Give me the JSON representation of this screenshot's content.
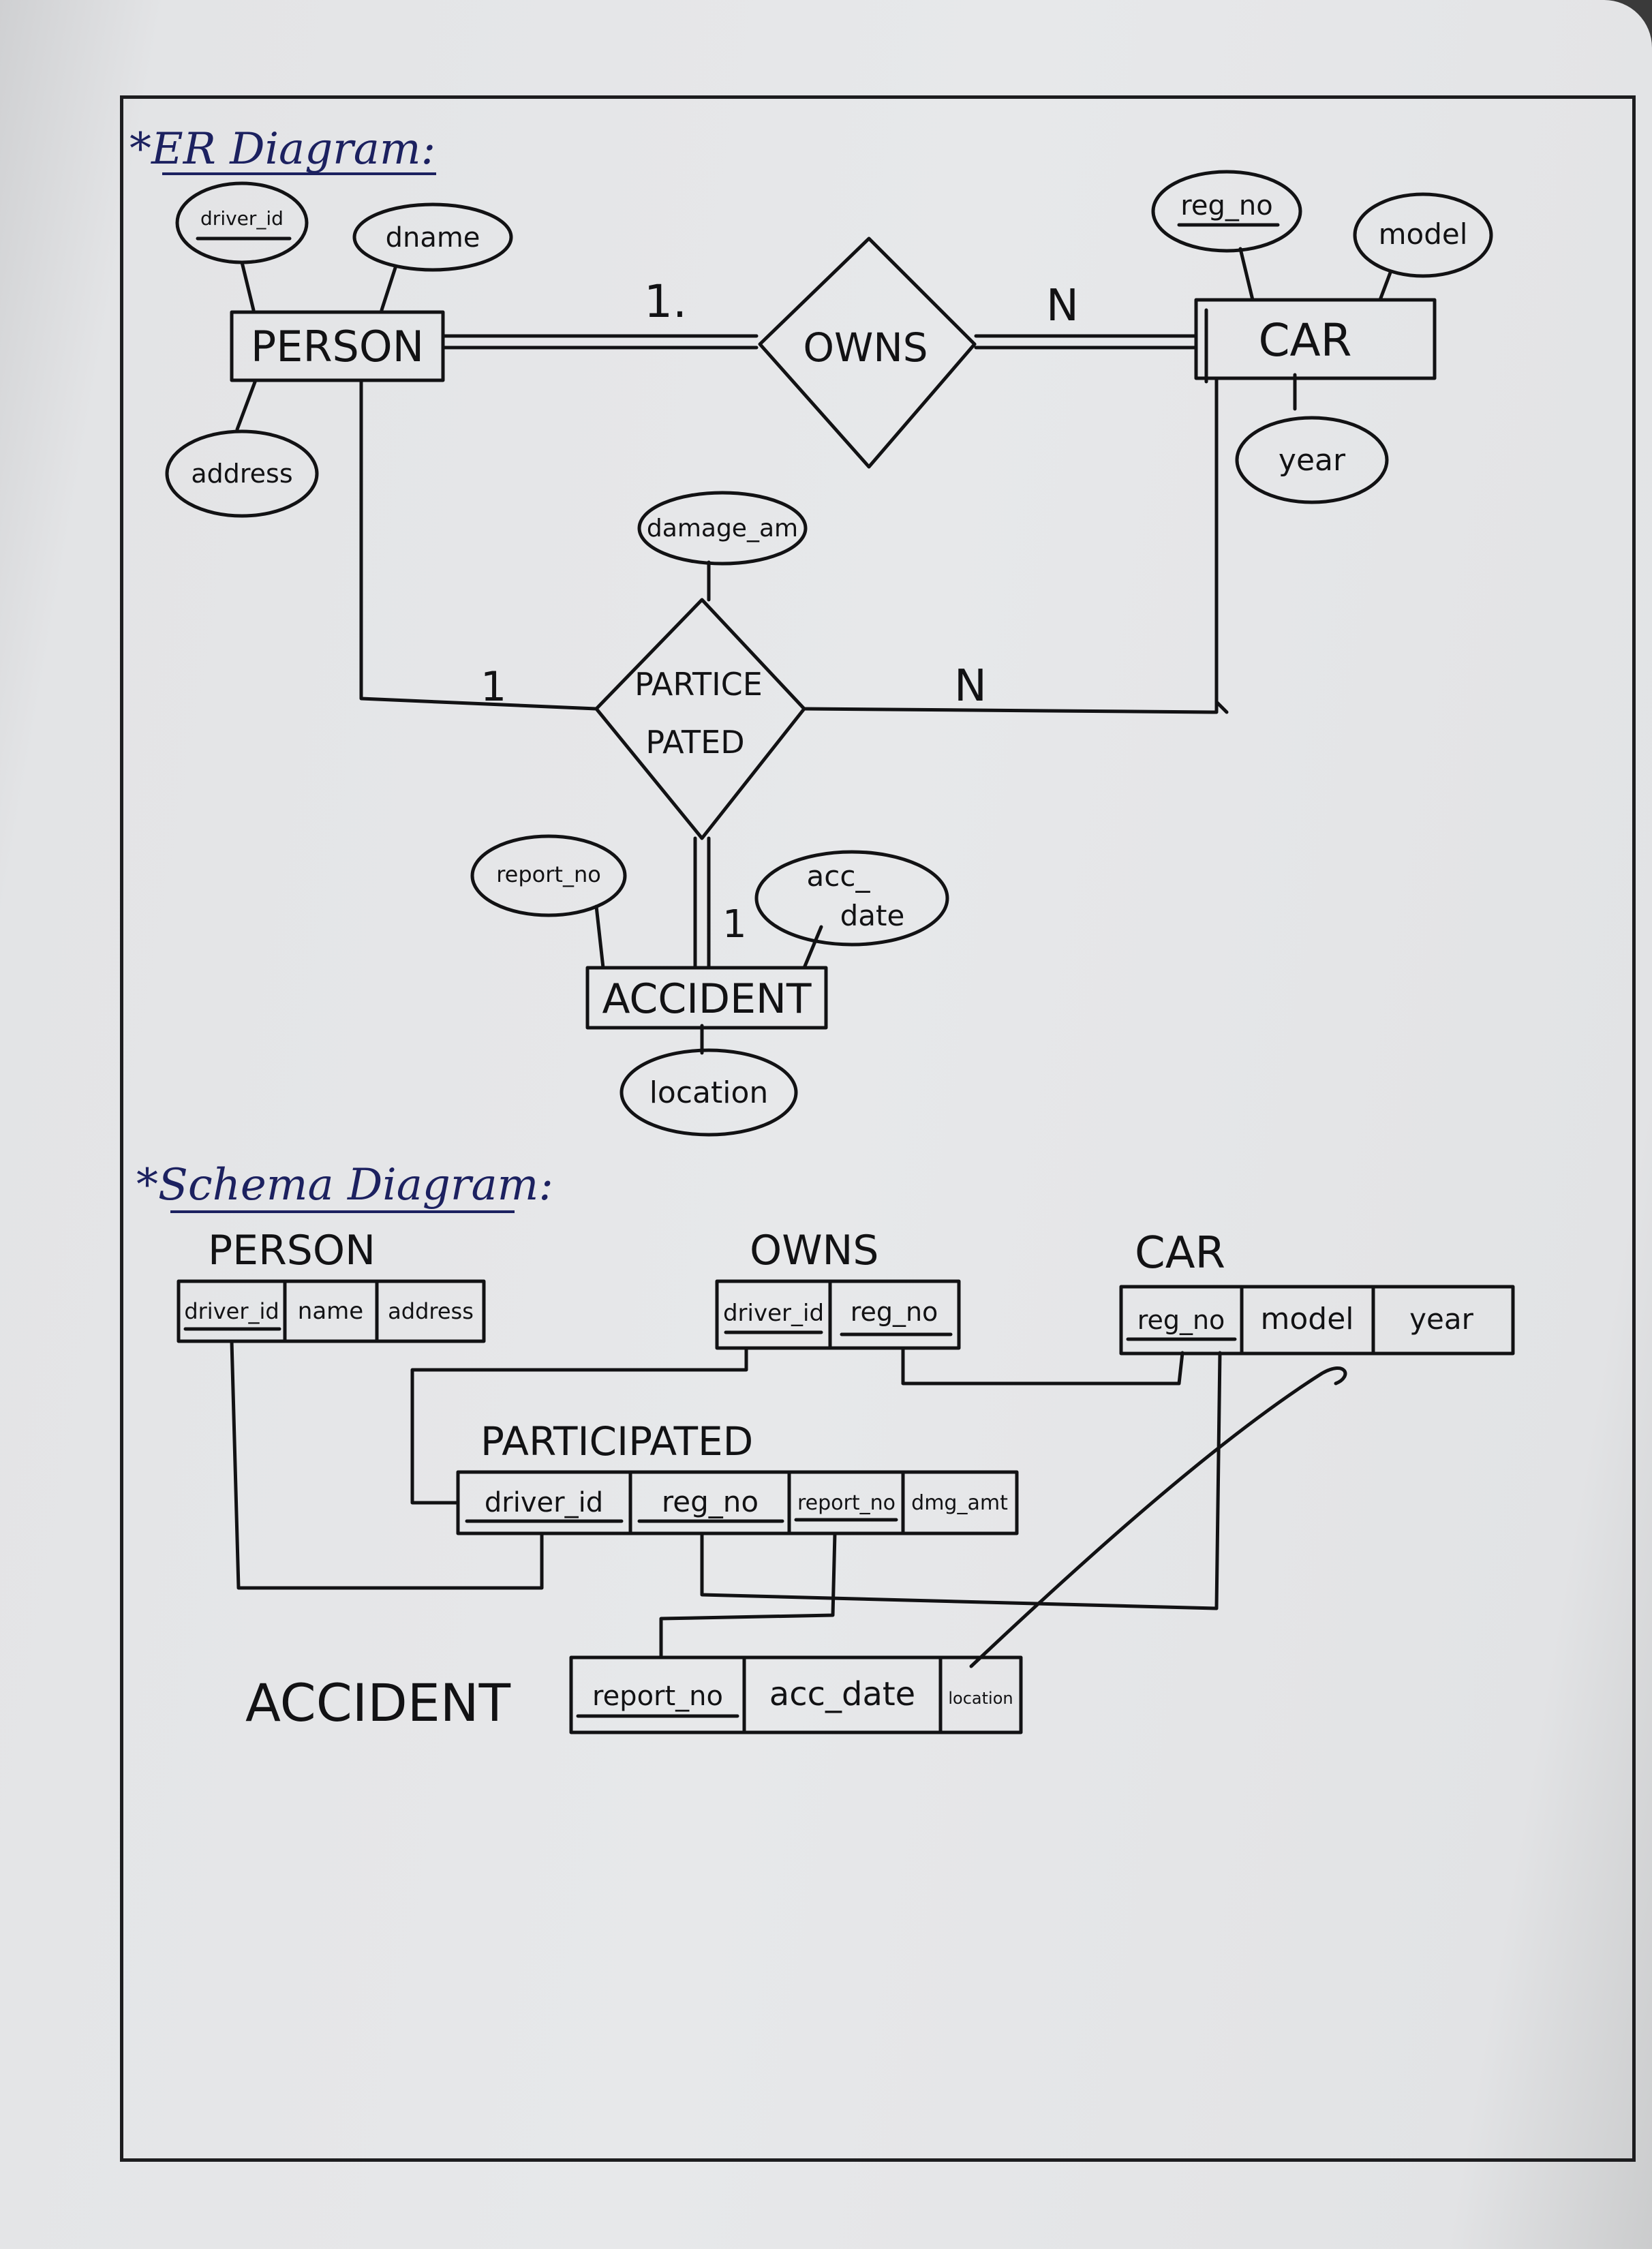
{
  "er": {
    "heading": "*ER Diagram:",
    "entities": {
      "person": "PERSON",
      "car": "CAR",
      "accident": "ACCIDENT"
    },
    "relationships": {
      "owns": "OWNS",
      "participated_line1": "PARTICE",
      "participated_line2": "PATED"
    },
    "attributes": {
      "driver_id": "driver_id",
      "dname": "dname",
      "address": "address",
      "reg_no": "reg_no",
      "model": "model",
      "year": "year",
      "damage_amt": "damage_am",
      "report_no": "report_no",
      "acc_date_line1": "acc_",
      "acc_date_line2": "date",
      "location": "location"
    },
    "cardinality": {
      "owns_person": "1.",
      "owns_car": "N",
      "part_person": "1",
      "part_car": "N",
      "part_accident": "1"
    }
  },
  "schema": {
    "heading": "*Schema Diagram:",
    "tables": {
      "person": {
        "title": "PERSON",
        "cols": [
          "driver_id",
          "name",
          "address"
        ]
      },
      "owns": {
        "title": "OWNS",
        "cols": [
          "driver_id",
          "reg_no"
        ]
      },
      "car": {
        "title": "CAR",
        "cols": [
          "reg_no",
          "model",
          "year"
        ]
      },
      "participated": {
        "title": "PARTICIPATED",
        "cols": [
          "driver_id",
          "reg_no",
          "report_no",
          "dmg_amt"
        ]
      },
      "accident": {
        "title": "ACCIDENT",
        "cols": [
          "report_no",
          "acc_date",
          "location"
        ]
      }
    }
  }
}
